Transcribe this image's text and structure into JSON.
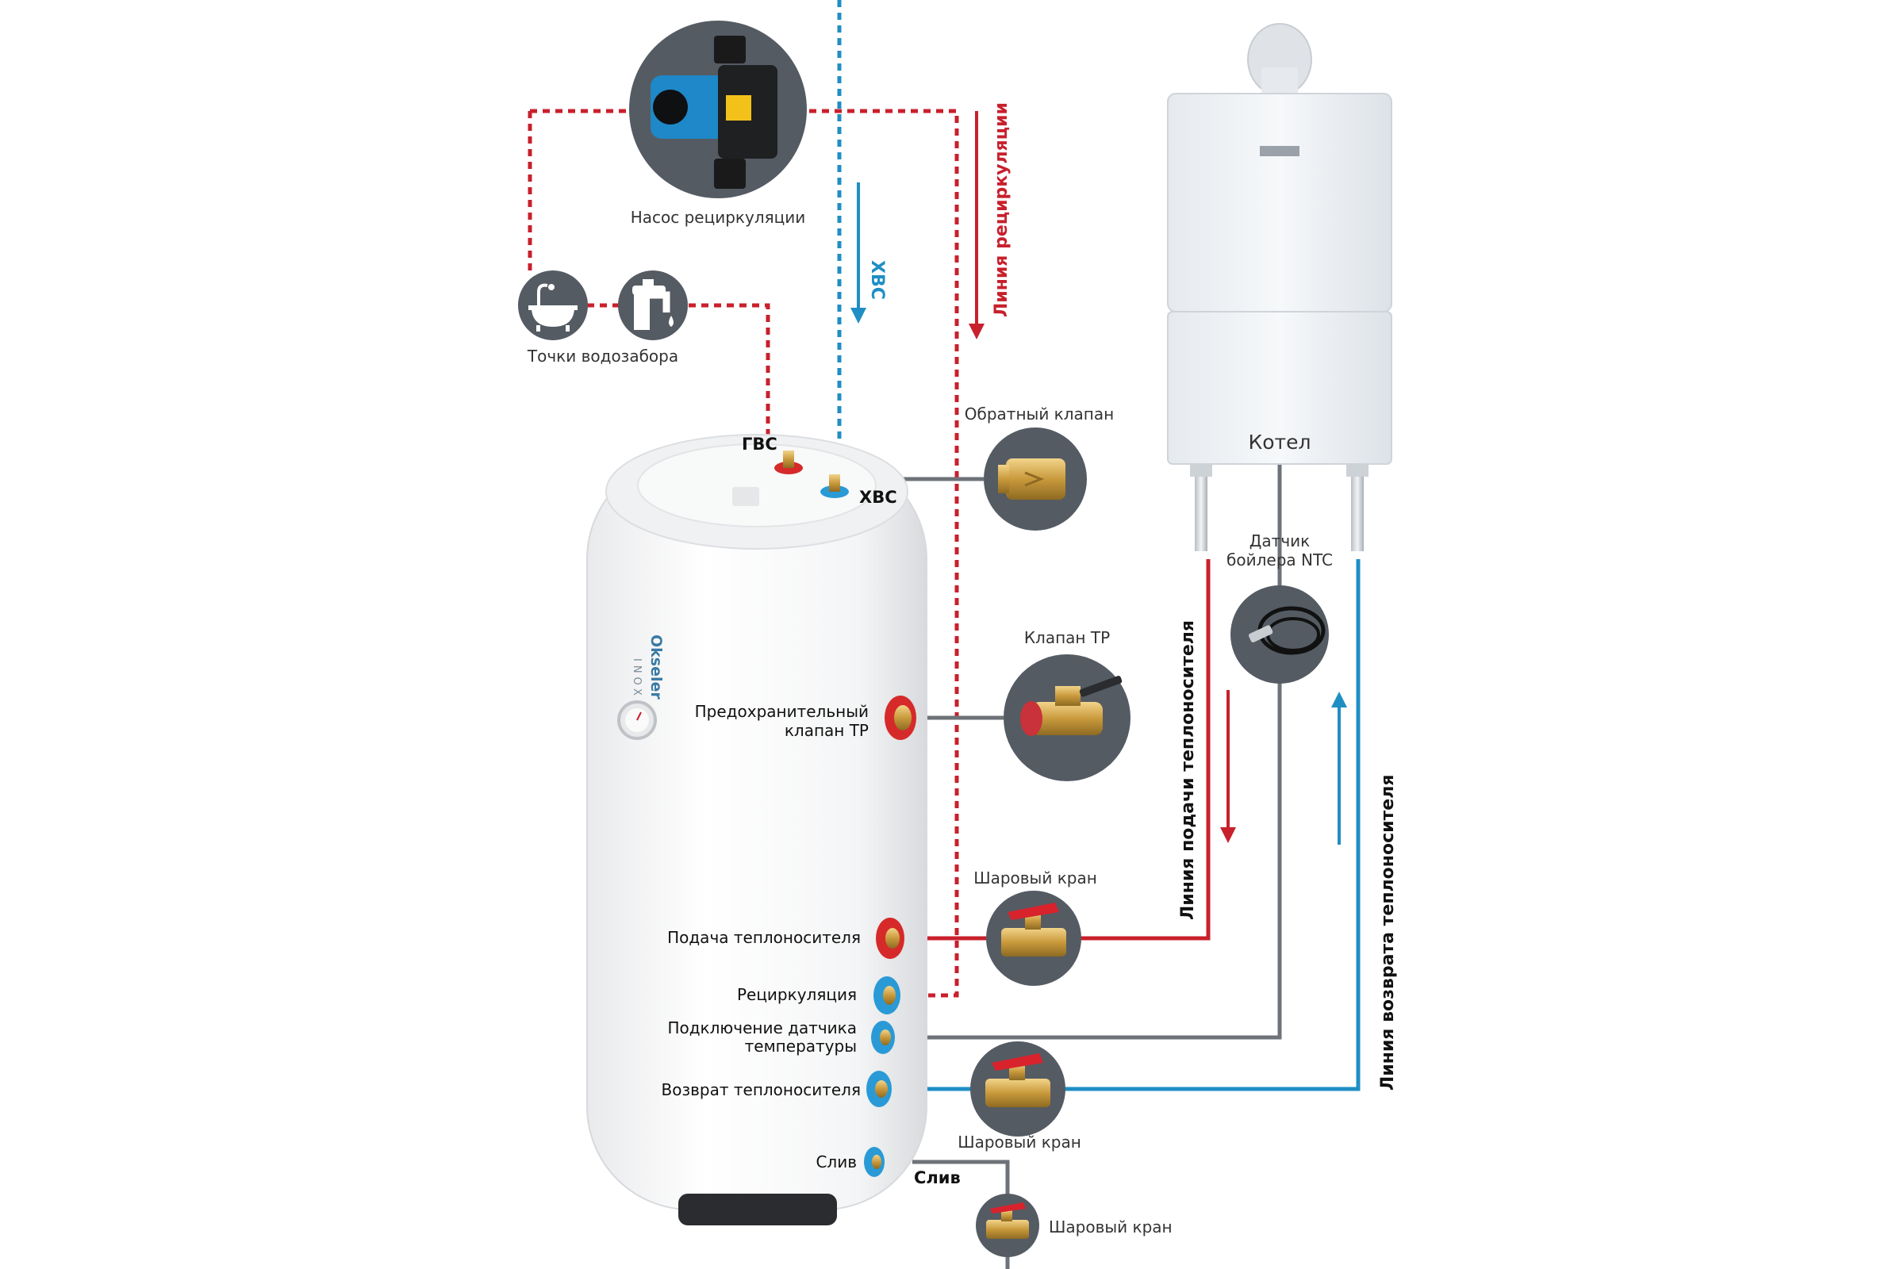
{
  "labels": {
    "recirc_pump": "Насос рециркуляции",
    "draw_points": "Точки водозабора",
    "hot_water": "ГВС",
    "cold_water_top": "ХВС",
    "cold_water_tank": "ХВС",
    "recirc_line": "Линия рециркуляции",
    "check_valve": "Обратный клапан",
    "boiler": "Котел",
    "ntc_sensor_line1": "Датчик",
    "ntc_sensor_line2": "бойлера NTC",
    "tp_valve": "Клапан ТР",
    "safety_valve_line1": "Предохранительный",
    "safety_valve_line2": "клапан ТР",
    "supply_line": "Линия подачи теплоносителя",
    "return_line": "Линия возврата теплоносителя",
    "ball_valve_1": "Шаровый кран",
    "ball_valve_2": "Шаровый кран",
    "ball_valve_3": "Шаровый кран",
    "heat_supply": "Подача теплоносителя",
    "recirculation": "Рециркуляция",
    "sensor_connection_line1": "Подключение датчика",
    "sensor_connection_line2": "температуры",
    "heat_return": "Возврат теплоносителя",
    "drain": "Слив",
    "drain_bold": "Слив",
    "brand": "Okseler",
    "brand_sub": "INOX"
  },
  "colors": {
    "hot": "#c8202c",
    "cold": "#1f8ec4",
    "neutral": "#6e7379",
    "circle": "#555b63"
  }
}
